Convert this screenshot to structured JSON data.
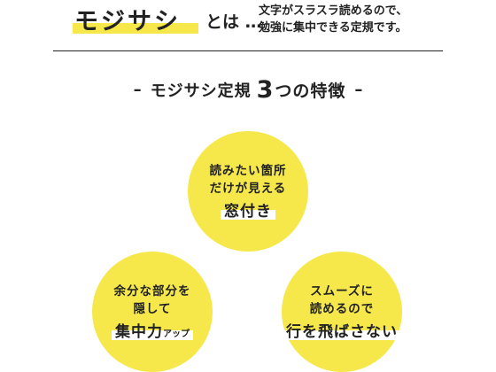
{
  "header": {
    "brand": "モジサシ",
    "suffix": "とは …",
    "description_line1": "文字がスラスラ読めるので、",
    "description_line2": "勉強に集中できる定規です。"
  },
  "section": {
    "dash_left": "–",
    "title_part1": "モジサシ定規",
    "title_number": "3",
    "title_part2": "つの特徴",
    "dash_right": "–"
  },
  "features": [
    {
      "line1": "読みたい箇所",
      "line2": "だけが見える",
      "highlight": "窓付き",
      "highlight_small": ""
    },
    {
      "line1": "余分な部分を",
      "line2": "隠して",
      "highlight": "集中力",
      "highlight_small": "アップ"
    },
    {
      "line1": "スムーズに",
      "line2": "読めるので",
      "highlight": "行を飛ばさない",
      "highlight_small": ""
    }
  ],
  "colors": {
    "accent_yellow": "#f6e84a",
    "text": "#222222",
    "background": "#ffffff"
  }
}
